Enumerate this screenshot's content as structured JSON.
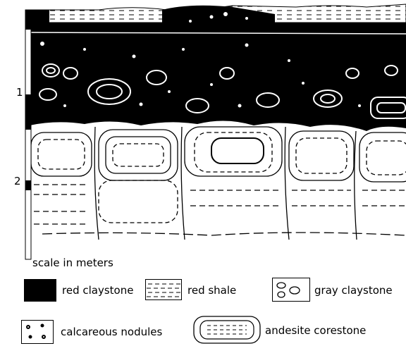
{
  "scale": {
    "ticks": [
      "1",
      "2"
    ],
    "caption": "scale in meters"
  },
  "legend": [
    {
      "key": "red_claystone",
      "label": "red claystone"
    },
    {
      "key": "red_shale",
      "label": "red shale"
    },
    {
      "key": "gray_claystone",
      "label": "gray claystone"
    },
    {
      "key": "calcareous_nodules",
      "label": "calcareous nodules"
    },
    {
      "key": "andesite_corestone",
      "label": "andesite corestone"
    }
  ],
  "colors": {
    "ink": "#000000",
    "paper": "#ffffff"
  }
}
